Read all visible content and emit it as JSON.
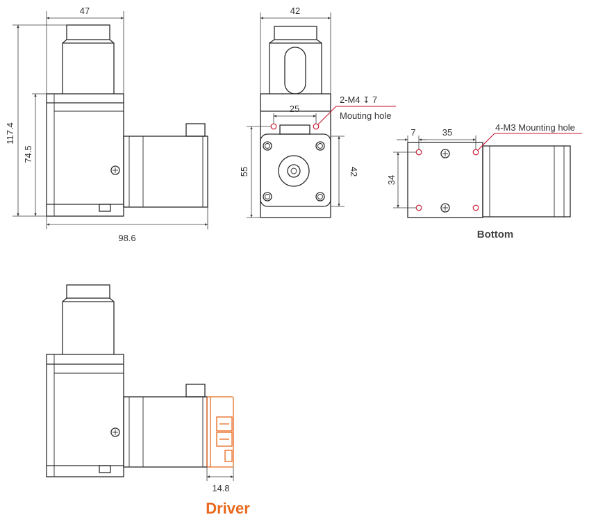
{
  "colors": {
    "line": "#2a2a2a",
    "hole": "#c8102e",
    "driver": "#e8691e"
  },
  "side_view": {
    "width": "47",
    "total_height": "117.4",
    "body_height": "74.5",
    "total_length": "98.6"
  },
  "front_view": {
    "width": "42",
    "hole_spacing": "25",
    "hole_callout": "2-M4",
    "hole_depth": "7",
    "hole_label": "Mouting hole",
    "height_55": "55",
    "height_42": "42"
  },
  "bottom_view": {
    "offset": "7",
    "spacing": "35",
    "hole_callout": "4-M3 Mounting hole",
    "height": "34",
    "caption": "Bottom"
  },
  "driver_view": {
    "driver_length": "14.8",
    "caption": "Driver"
  }
}
